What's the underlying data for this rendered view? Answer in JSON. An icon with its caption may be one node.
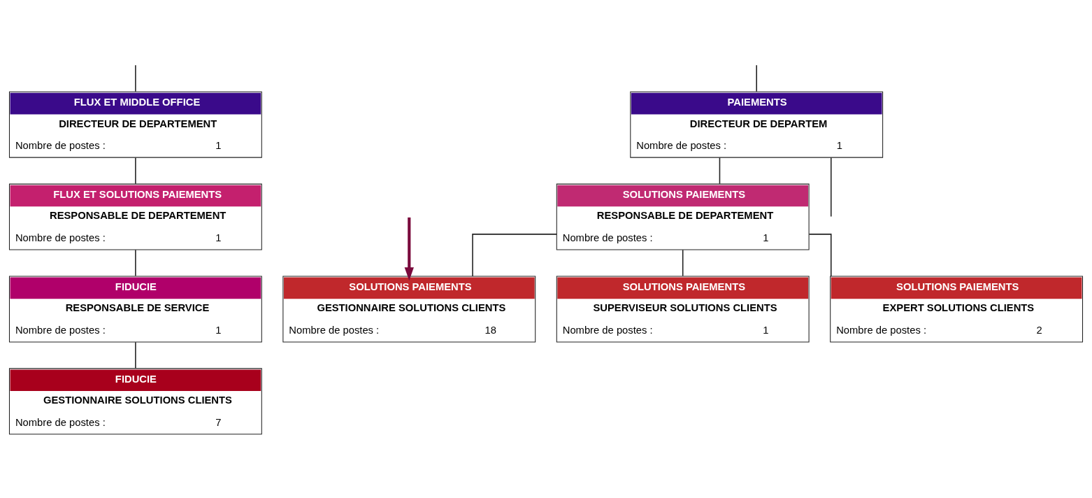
{
  "diagram": {
    "nodes": [
      {
        "text": [
          "FLUX ET MIDDLE OFFICE",
          "DIRECTEUR DE DEPARTEMENT",
          "Nombre de postes :",
          "1"
        ]
      },
      {
        "text": [
          "FLUX ET SOLUTIONS PAIEMENTS",
          "RESPONSABLE DE DEPARTEMENT",
          "Nombre de postes :",
          "1"
        ]
      },
      {
        "text": [
          "FIDUCIE",
          "RESPONSABLE DE SERVICE",
          "Nombre de postes :",
          "1"
        ]
      },
      {
        "text": [
          "FIDUCIE",
          "GESTIONNAIRE SOLUTIONS CLIENTS",
          "Nombre de postes :",
          "7"
        ]
      },
      {
        "text": [
          "PAIEMENTS",
          "DIRECTEUR DE DEPARTEM",
          "Nombre de postes :",
          "1"
        ]
      },
      {
        "text": [
          "SOLUTIONS PAIEMENTS",
          "RESPONSABLE DE DEPARTEMENT",
          "Nombre de postes :",
          "1"
        ]
      },
      {
        "text": [
          "SOLUTIONS PAIEMENTS",
          "SUPERVISEUR SOLUTIONS CLIENTS",
          "Nombre de postes :",
          "1"
        ]
      },
      {
        "text": [
          "SOLUTIONS PAIEMENTS",
          "EXPERT SOLUTIONS CLIENTS",
          "Nombre de postes :",
          "2"
        ]
      },
      {
        "text": [
          "SOLUTIONS PAIEMENTS",
          "GESTIONNAIRE SOLUTIONS CLIENTS",
          "Nombre de postes :",
          "18"
        ]
      }
    ],
    "edges": [
      {
        "from": null,
        "to": 0,
        "arrow": "none"
      },
      {
        "from": 0,
        "to": 1,
        "arrow": "none"
      },
      {
        "from": 1,
        "to": 2,
        "arrow": "none"
      },
      {
        "from": 2,
        "to": 3,
        "arrow": "none"
      },
      {
        "from": null,
        "to": 4,
        "arrow": "none"
      },
      {
        "from": 4,
        "to": 5,
        "arrow": "none"
      },
      {
        "from": 4,
        "to": null,
        "arrow": "none"
      },
      {
        "from": 5,
        "to": 6,
        "arrow": "none"
      },
      {
        "from": 5,
        "to": 7,
        "arrow": "none"
      },
      {
        "from": 5,
        "to": 8,
        "arrow": "none"
      },
      {
        "from": null,
        "to": 8,
        "arrow": "to",
        "style": "thick",
        "color": "#7a0a3c"
      }
    ]
  }
}
